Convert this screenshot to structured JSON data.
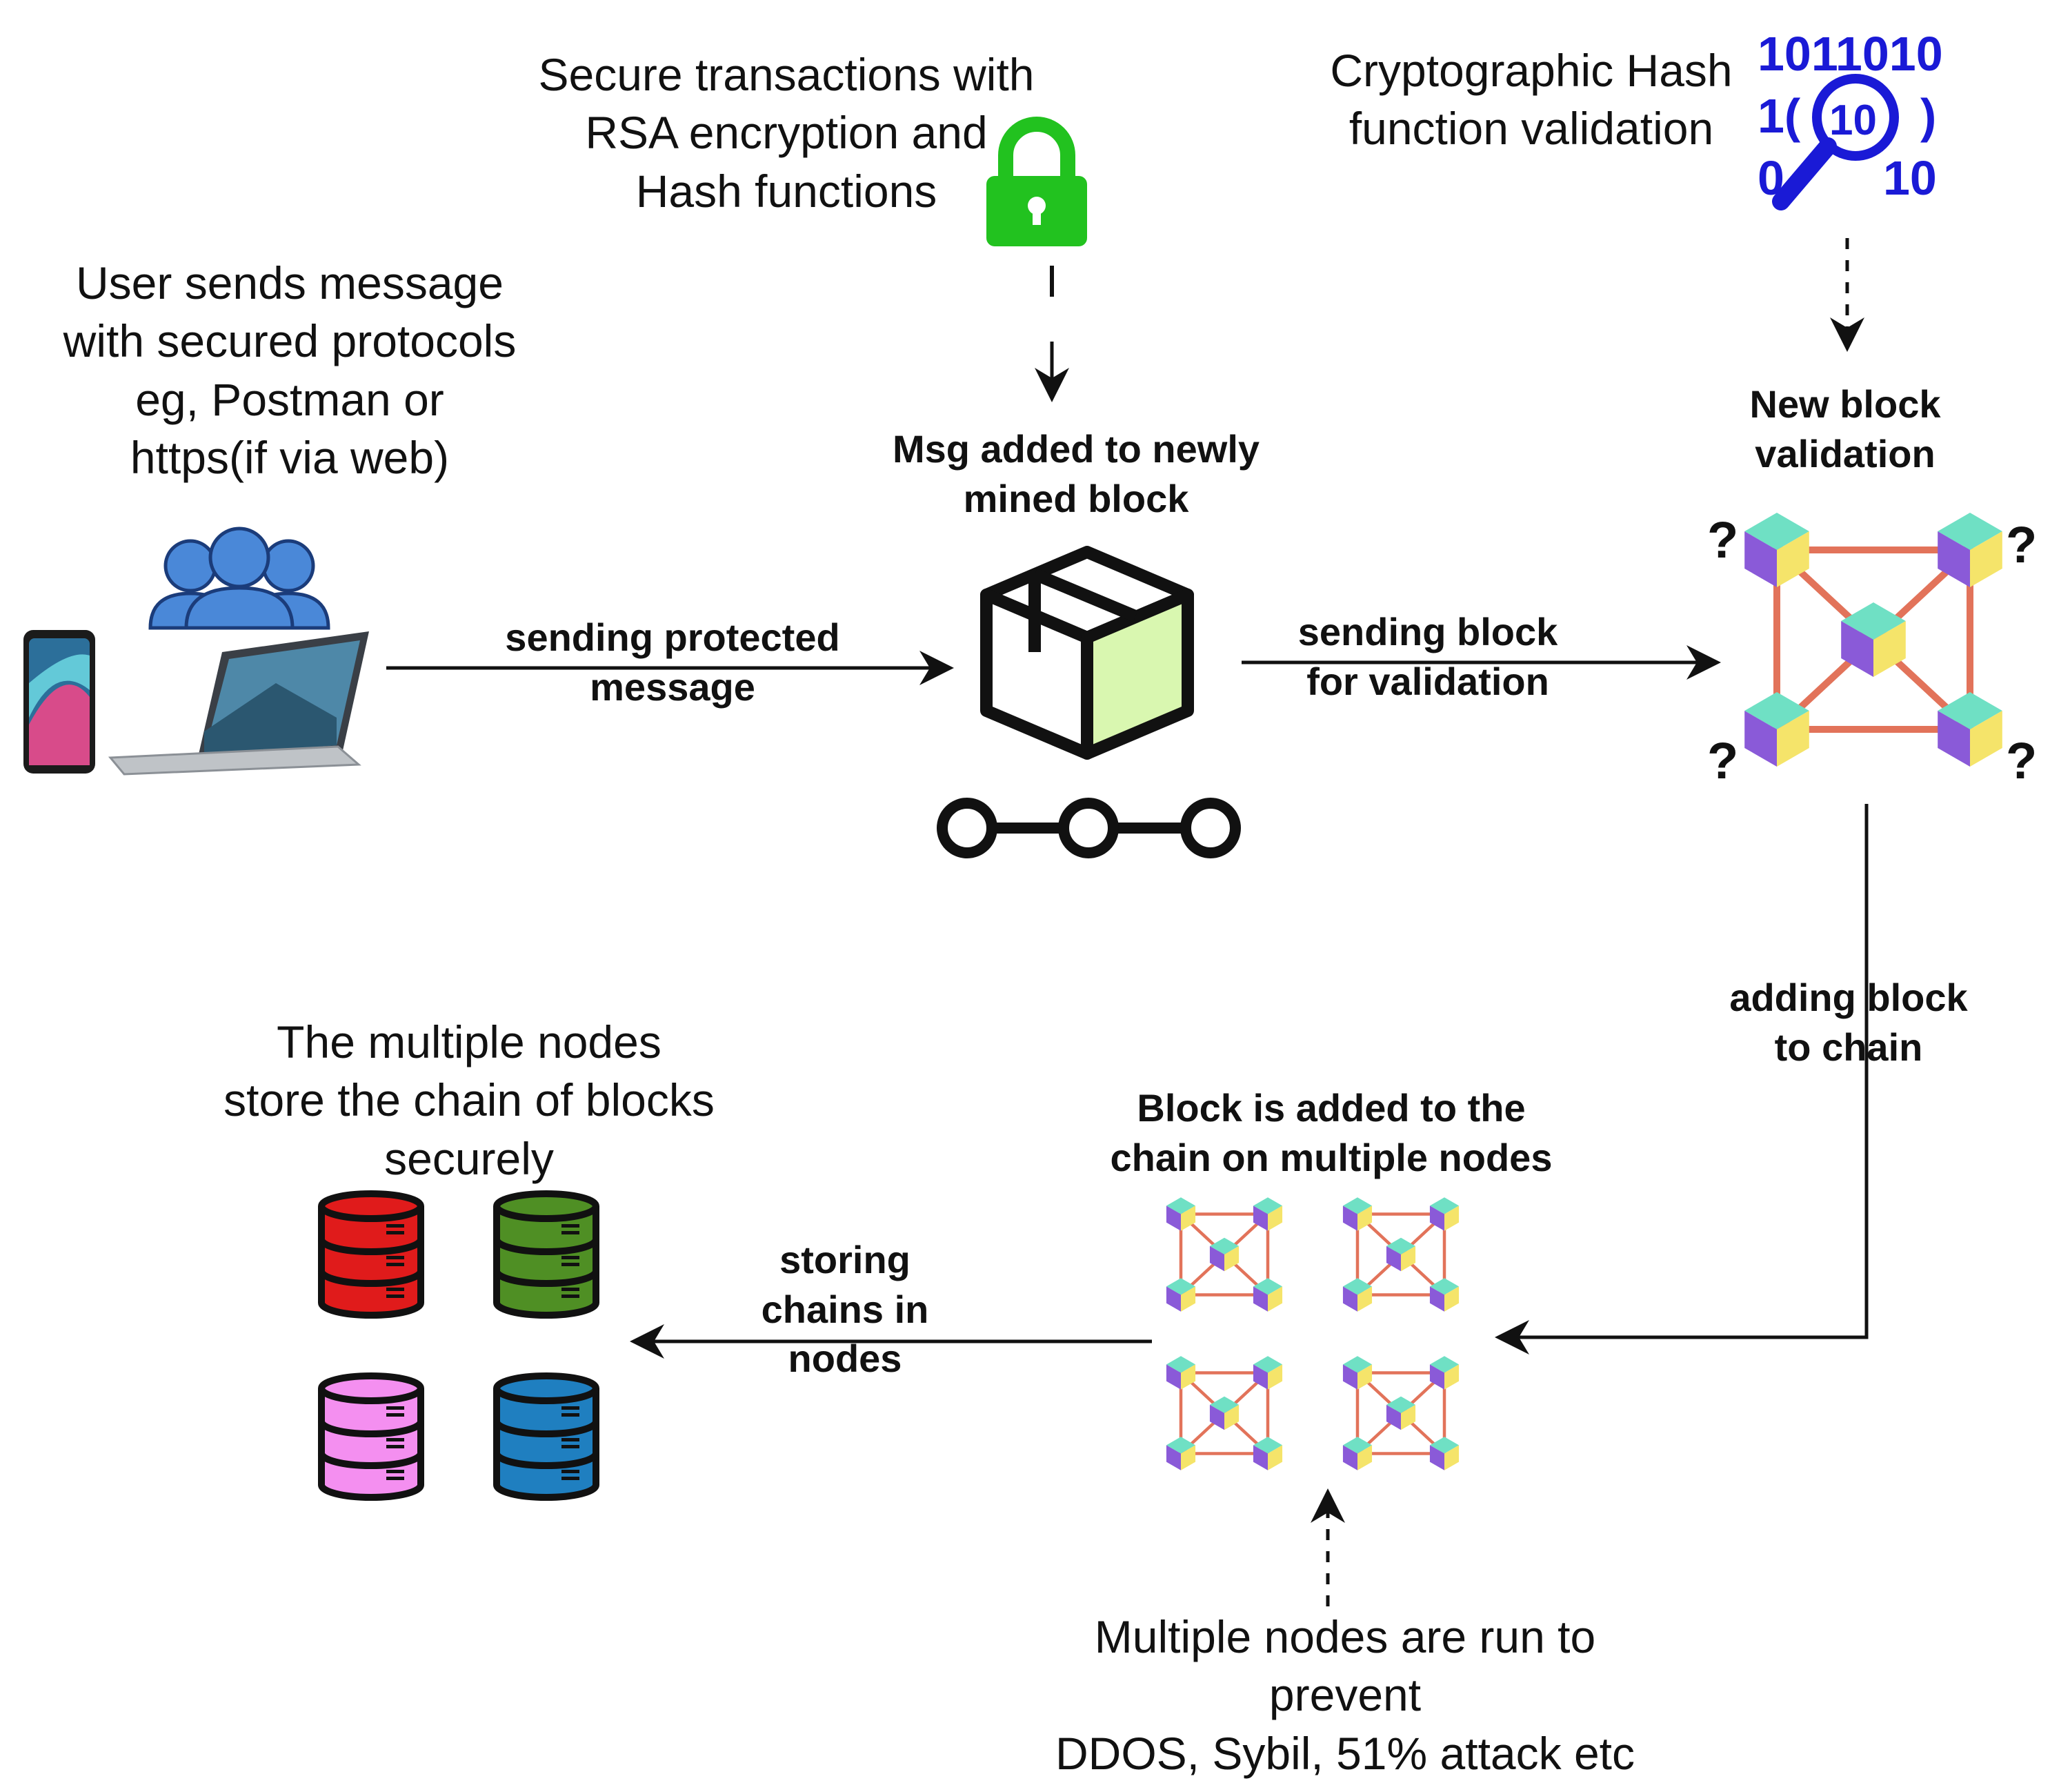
{
  "annotations": {
    "user_sends": [
      "User sends message",
      "with secured protocols",
      "eg, Postman or",
      "https(if via web)"
    ],
    "secure_tx": [
      "Secure transactions with",
      "RSA encryption and",
      "Hash functions"
    ],
    "crypto_hash": [
      "Cryptographic Hash",
      "function validation"
    ],
    "multi_nodes_store": [
      "The multiple nodes",
      "store the chain of blocks",
      "securely"
    ],
    "prevent_attacks": [
      "Multiple nodes are run to",
      "prevent",
      "DDOS, Sybil, 51% attack etc"
    ]
  },
  "stages": {
    "msg_added": [
      "Msg added to newly",
      "mined block"
    ],
    "new_block_validation": [
      "New block",
      "validation"
    ],
    "block_added": [
      "Block is added to the",
      "chain on multiple nodes"
    ]
  },
  "edges": {
    "sending_protected": [
      "sending protected",
      "message"
    ],
    "sending_block": [
      "sending block",
      "for validation"
    ],
    "adding_block": [
      "adding block",
      "to chain"
    ],
    "storing_chains": [
      "storing",
      "chains in",
      "nodes"
    ]
  },
  "binary_glyphs": {
    "row1": "1011010",
    "row2": "10",
    "row3": "10"
  },
  "validation_marks": {
    "question": "?"
  },
  "colors": {
    "lock_green": "#22c21f",
    "binary_blue": "#1a1ad6",
    "users_blue": "#4a88d8",
    "box_fill": "#d9f7b0",
    "db_red": "#e01b1b",
    "db_green": "#4f8f24",
    "db_pink": "#f48ff0",
    "db_blue": "#1f7fc0",
    "cube_teal": "#6fe0c4",
    "cube_purple": "#8a5ad8",
    "cube_yellow": "#f5e46a",
    "edge_salmon": "#e2735a"
  }
}
